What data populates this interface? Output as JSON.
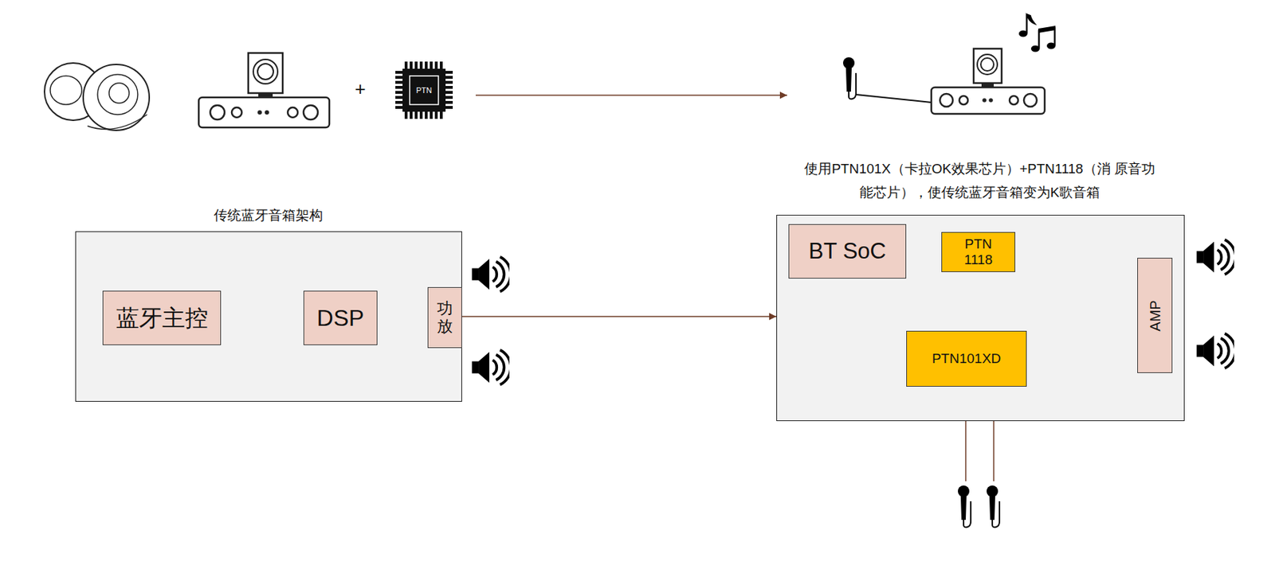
{
  "diagram": {
    "nodes": [
      {
        "text": [
          "传统蓝牙音箱架构"
        ]
      },
      {
        "text": [
          "蓝牙主控"
        ],
        "in": 0
      },
      {
        "text": [
          "DSP"
        ],
        "in": 0
      },
      {
        "text": [
          "功放"
        ],
        "in": 0
      },
      {
        "text": [
          "使用PTN101X（卡拉OK效果芯片）+PTN1118（消 原音功能芯片），使传统蓝牙音箱变为K歌音箱"
        ]
      },
      {
        "text": [
          "BT SoC"
        ],
        "in": 4
      },
      {
        "text": [
          "PTN 1118"
        ],
        "in": 4
      },
      {
        "text": [
          "PTN101XD"
        ],
        "in": 4
      },
      {
        "text": [
          "AMP"
        ],
        "in": 4
      }
    ],
    "edges": [
      {
        "from": 1,
        "to": 2,
        "arrow": "to"
      },
      {
        "from": 2,
        "to": 3,
        "arrow": "to"
      },
      {
        "from": 0,
        "to": 4,
        "arrow": "to"
      },
      {
        "from": 5,
        "to": 6,
        "arrow": "none"
      },
      {
        "from": 6,
        "to": 7,
        "arrow": "to"
      },
      {
        "from": 7,
        "to": 8,
        "arrow": "to"
      }
    ],
    "labels": [
      "+",
      "PTN"
    ]
  }
}
